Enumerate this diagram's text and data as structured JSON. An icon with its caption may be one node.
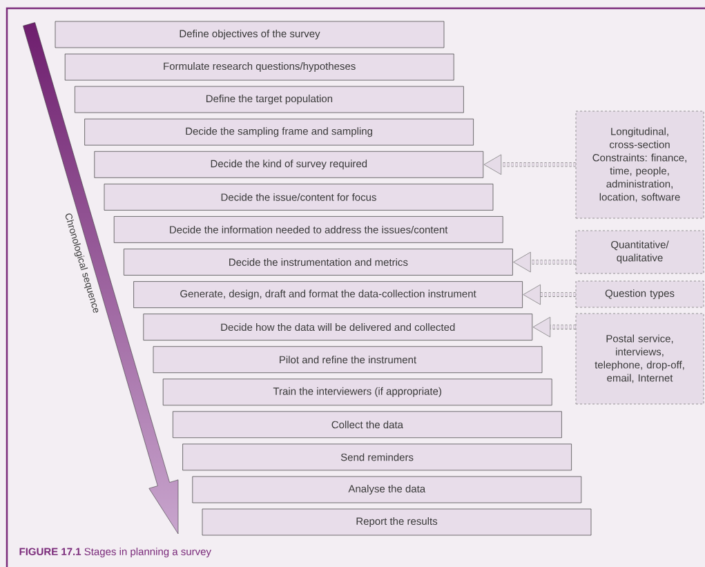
{
  "diagram": {
    "caption": "**FIGURE 17.1** Stages in planning a survey",
    "nodes": [
      {
        "text": [
          "Define objectives of the survey"
        ]
      },
      {
        "text": [
          "Formulate research questions/hypotheses"
        ]
      },
      {
        "text": [
          "Define the target population"
        ]
      },
      {
        "text": [
          "Decide the sampling frame and sampling"
        ]
      },
      {
        "text": [
          "Decide the kind of survey required"
        ]
      },
      {
        "text": [
          "Decide the issue/content for focus"
        ]
      },
      {
        "text": [
          "Decide the information needed to address the issues/content"
        ]
      },
      {
        "text": [
          "Decide the instrumentation and metrics"
        ]
      },
      {
        "text": [
          "Generate, design, draft and format the data-collection instrument"
        ]
      },
      {
        "text": [
          "Decide how the data will be delivered and collected"
        ]
      },
      {
        "text": [
          "Pilot and refine the instrument"
        ]
      },
      {
        "text": [
          "Train the interviewers (if appropriate)"
        ]
      },
      {
        "text": [
          "Collect the data"
        ]
      },
      {
        "text": [
          "Send reminders"
        ]
      },
      {
        "text": [
          "Analyse the data"
        ]
      },
      {
        "text": [
          "Report the results"
        ]
      },
      {
        "text": [
          "Longitudinal, cross-section",
          "Constraints: finance, time, people, administration, location, software"
        ]
      },
      {
        "text": [
          "Quantitative/ qualitative"
        ]
      },
      {
        "text": [
          "Question types"
        ]
      },
      {
        "text": [
          "Postal service, interviews, telephone, drop-off, email, Internet"
        ]
      }
    ],
    "edges": [
      {
        "from": 16,
        "to": 4,
        "arrow": "to",
        "style": "dashed"
      },
      {
        "from": 17,
        "to": 7,
        "arrow": "to",
        "style": "dashed"
      },
      {
        "from": 18,
        "to": 8,
        "arrow": "to",
        "style": "dashed"
      },
      {
        "from": 19,
        "to": 9,
        "arrow": "to",
        "style": "dashed"
      }
    ],
    "labels": [
      "Chronological sequence"
    ]
  }
}
